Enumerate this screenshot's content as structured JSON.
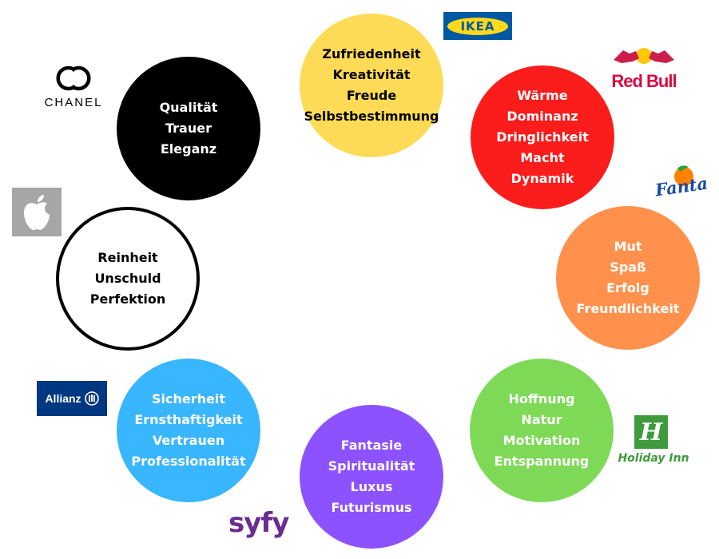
{
  "circles": [
    {
      "id": "ikea",
      "color": "#fedb56",
      "words": [
        "Zufriedenheit",
        "Kreativität",
        "Freude",
        "Selbstbestimmung"
      ],
      "text_color": "dark"
    },
    {
      "id": "redbull",
      "color": "#fb1c1c",
      "words": [
        "Wärme",
        "Dominanz",
        "Dringlichkeit",
        "Macht",
        "Dynamik"
      ],
      "text_color": "light"
    },
    {
      "id": "fanta",
      "color": "#ff914d",
      "words": [
        "Mut",
        "Spaß",
        "Erfolg",
        "Freundlichkeit"
      ],
      "text_color": "light"
    },
    {
      "id": "holidayinn",
      "color": "#7ed957",
      "words": [
        "Hoffnung",
        "Natur",
        "Motivation",
        "Entspannung"
      ],
      "text_color": "light"
    },
    {
      "id": "syfy",
      "color": "#8c52ff",
      "words": [
        "Fantasie",
        "Spiritualität",
        "Luxus",
        "Futurismus"
      ],
      "text_color": "light"
    },
    {
      "id": "allianz",
      "color": "#38b6ff",
      "words": [
        "Sicherheit",
        "Ernsthaftigkeit",
        "Vertrauen",
        "Professionalität"
      ],
      "text_color": "light"
    },
    {
      "id": "apple",
      "color": "#ffffff",
      "border": "#000000",
      "words": [
        "Reinheit",
        "Unschuld",
        "Perfektion"
      ],
      "text_color": "dark"
    },
    {
      "id": "chanel",
      "color": "#000000",
      "words": [
        "Qualität",
        "Trauer",
        "Eleganz"
      ],
      "text_color": "light"
    }
  ],
  "logos": {
    "ikea": {
      "text": "IKEA",
      "bg": "#0058a3",
      "fg": "#ffda1a"
    },
    "redbull": {
      "text": "Red Bull",
      "color": "#db0a40",
      "bull_color": "#cc1e4a",
      "sun_color": "#ffc906"
    },
    "fanta": {
      "text": "Fanta",
      "color": "#1b4ba0",
      "accent": "#ff8200",
      "leaf": "#2d9e3a"
    },
    "holidayinn": {
      "text": "Holiday Inn",
      "color": "#3e9b3c"
    },
    "syfy": {
      "text": "Syfy",
      "color": "#6b2c91"
    },
    "allianz": {
      "text": "Allianz",
      "bg": "#003781",
      "fg": "#ffffff"
    },
    "apple": {
      "bg": "#a6a6a6",
      "fg": "#ffffff",
      "icon": "apple-icon"
    },
    "chanel": {
      "text": "CHANEL",
      "color": "#000000",
      "icon": "double-c-icon"
    }
  }
}
